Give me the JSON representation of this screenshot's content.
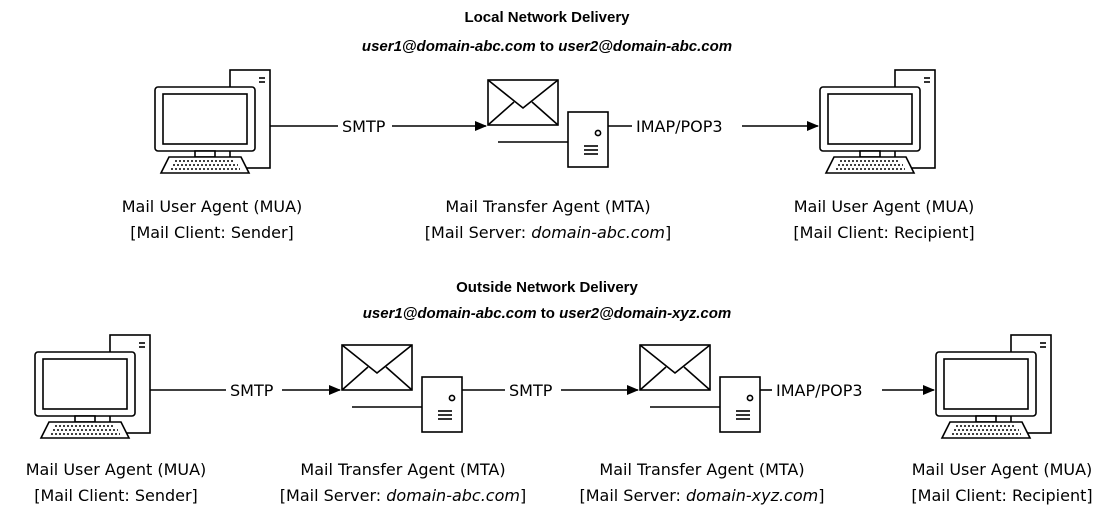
{
  "sections": [
    {
      "title": "Local Network Delivery",
      "subtitle": {
        "from": "user1@domain-abc.com",
        "connector": " to ",
        "to": "user2@domain-abc.com"
      },
      "nodes": [
        {
          "type": "mua-icon",
          "line1": "Mail User Agent (MUA)",
          "line2_prefix": "[Mail Client: Sender]",
          "line2_italic": "",
          "line2_suffix": ""
        },
        {
          "type": "mta-icon",
          "line1": "Mail Transfer Agent (MTA)",
          "line2_prefix": "[Mail Server: ",
          "line2_italic": "domain-abc.com",
          "line2_suffix": "]"
        },
        {
          "type": "mua-icon",
          "line1": "Mail User Agent (MUA)",
          "line2_prefix": "[Mail Client: Recipient]",
          "line2_italic": "",
          "line2_suffix": ""
        }
      ],
      "links": [
        "SMTP",
        "IMAP/POP3"
      ]
    },
    {
      "title": "Outside Network Delivery",
      "subtitle": {
        "from": "user1@domain-abc.com",
        "connector": " to ",
        "to": "user2@domain-xyz.com"
      },
      "nodes": [
        {
          "type": "mua-icon",
          "line1": "Mail User Agent (MUA)",
          "line2_prefix": "[Mail Client: Sender]",
          "line2_italic": "",
          "line2_suffix": ""
        },
        {
          "type": "mta-icon",
          "line1": "Mail Transfer Agent (MTA)",
          "line2_prefix": "[Mail Server: ",
          "line2_italic": "domain-abc.com",
          "line2_suffix": "]"
        },
        {
          "type": "mta-icon",
          "line1": "Mail Transfer Agent (MTA)",
          "line2_prefix": "[Mail Server: ",
          "line2_italic": "domain-xyz.com",
          "line2_suffix": "]"
        },
        {
          "type": "mua-icon",
          "line1": "Mail User Agent (MUA)",
          "line2_prefix": "[Mail Client: Recipient]",
          "line2_italic": "",
          "line2_suffix": ""
        }
      ],
      "links": [
        "SMTP",
        "SMTP",
        "IMAP/POP3"
      ]
    }
  ]
}
